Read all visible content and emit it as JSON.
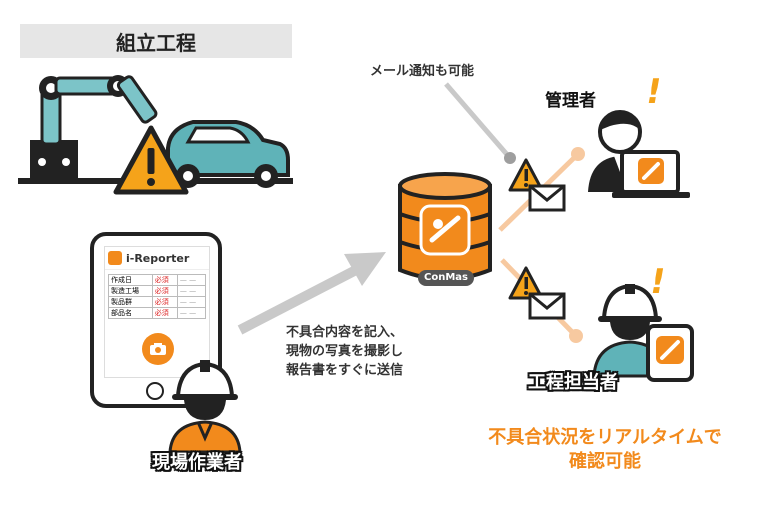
{
  "title": "組立工程",
  "mail_note": "メール通知も可能",
  "manager_label": "管理者",
  "engineer_label": "工程担当者",
  "worker_label": "現場作業者",
  "send_text": [
    "不具合内容を記入、",
    "現物の写真を撮影し",
    "報告書をすぐに送信"
  ],
  "realtime_text": [
    "不具合状況をリアルタイムで",
    "確認可能"
  ],
  "db_label": "ConMas",
  "app_name": "i-Reporter",
  "form_rows": [
    {
      "label": "作成日",
      "req": "必須"
    },
    {
      "label": "製造工場",
      "req": "必須"
    },
    {
      "label": "製品群",
      "req": "必須"
    },
    {
      "label": "部品名",
      "req": "必須"
    }
  ],
  "colors": {
    "accent": "#f28a1c",
    "teal": "#5fb3b8",
    "warning": "#f5a31a"
  }
}
